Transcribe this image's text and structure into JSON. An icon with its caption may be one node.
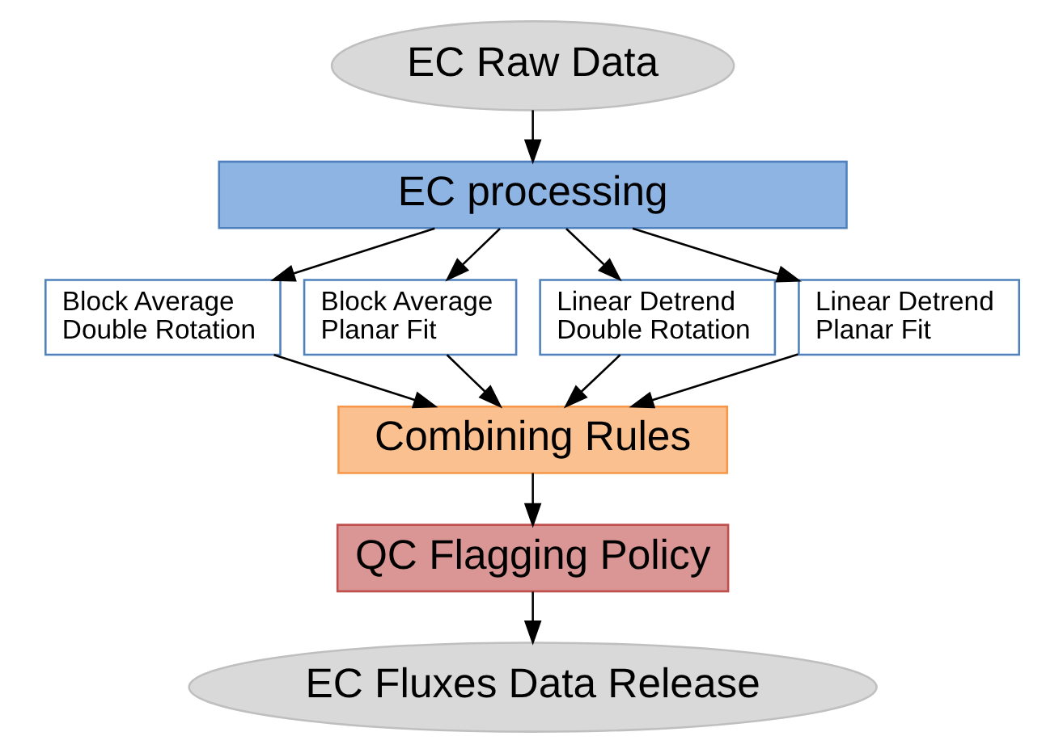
{
  "diagram": {
    "nodes": [
      {
        "text": [
          "EC Raw Data"
        ]
      },
      {
        "text": [
          "EC processing"
        ]
      },
      {
        "text": [
          "Block Average Double Rotation"
        ]
      },
      {
        "text": [
          "Block Average Planar Fit"
        ]
      },
      {
        "text": [
          "Linear Detrend Double Rotation"
        ]
      },
      {
        "text": [
          "Linear Detrend Planar Fit"
        ]
      },
      {
        "text": [
          "Combining Rules"
        ]
      },
      {
        "text": [
          "QC Flagging Policy"
        ]
      },
      {
        "text": [
          "EC Fluxes Data Release"
        ]
      }
    ],
    "edges": [
      {
        "from": 0,
        "to": 1,
        "arrow": "to"
      },
      {
        "from": 1,
        "to": 2,
        "arrow": "to"
      },
      {
        "from": 1,
        "to": 3,
        "arrow": "to"
      },
      {
        "from": 1,
        "to": 4,
        "arrow": "to"
      },
      {
        "from": 1,
        "to": 5,
        "arrow": "to"
      },
      {
        "from": 2,
        "to": 6,
        "arrow": "to"
      },
      {
        "from": 3,
        "to": 6,
        "arrow": "to"
      },
      {
        "from": 4,
        "to": 6,
        "arrow": "to"
      },
      {
        "from": 5,
        "to": 6,
        "arrow": "to"
      },
      {
        "from": 6,
        "to": 7,
        "arrow": "to"
      },
      {
        "from": 7,
        "to": 8,
        "arrow": "to"
      }
    ]
  }
}
